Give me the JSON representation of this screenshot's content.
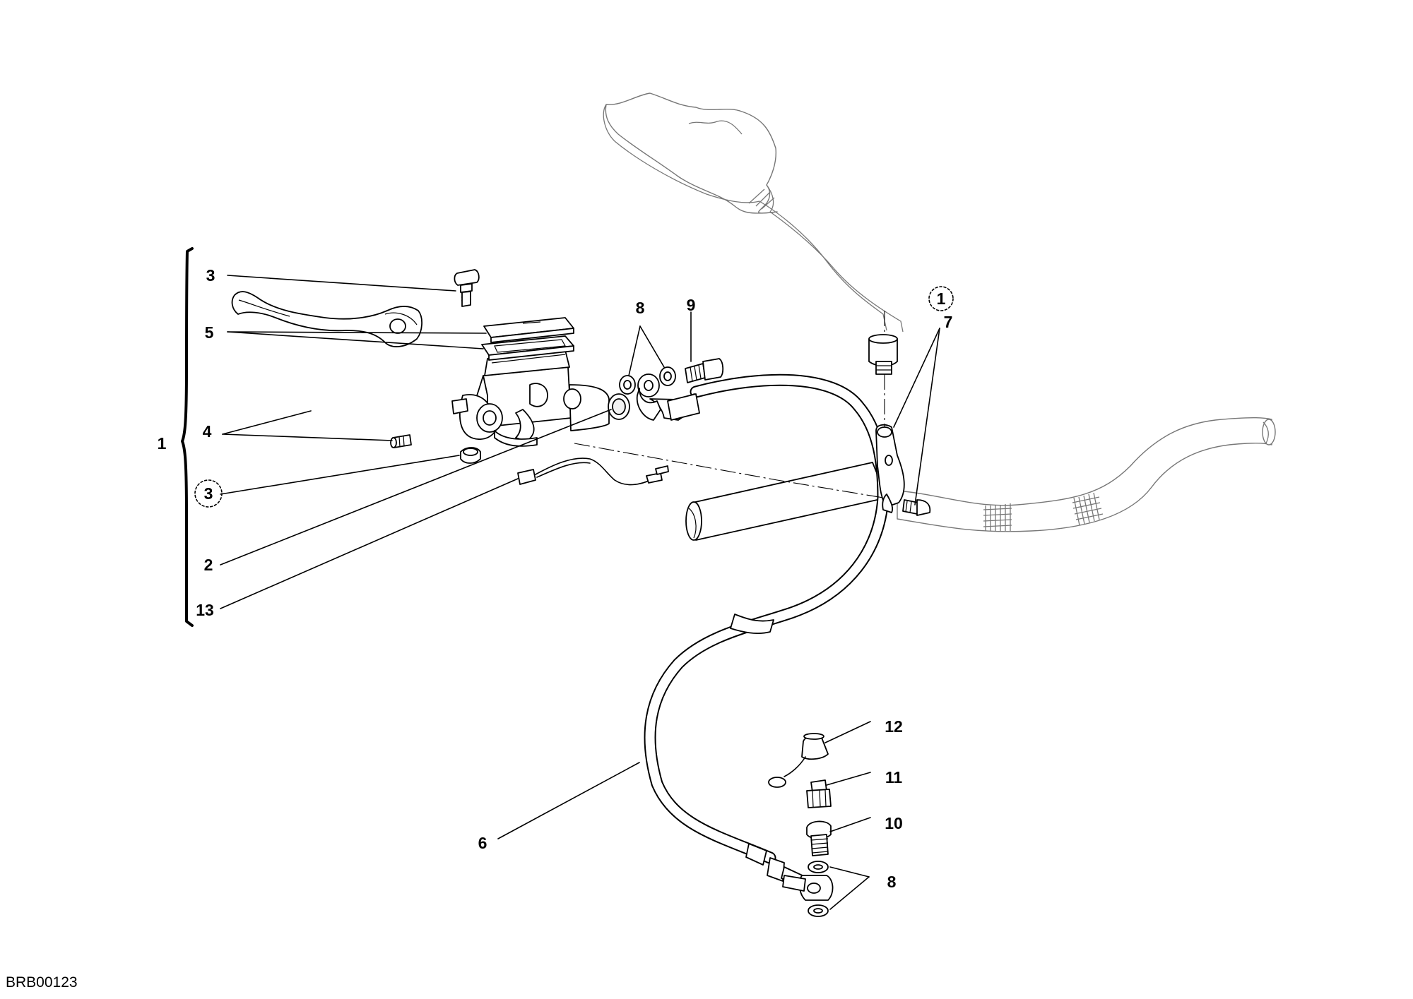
{
  "diagram": {
    "drawing_code": "BRB00123",
    "group_label": "1",
    "callouts": [
      {
        "id": "c3",
        "text": "3"
      },
      {
        "id": "c5",
        "text": "5"
      },
      {
        "id": "c4",
        "text": "4"
      },
      {
        "id": "c1",
        "text": "1"
      },
      {
        "id": "c3c",
        "text": "3",
        "circled": true
      },
      {
        "id": "c2",
        "text": "2"
      },
      {
        "id": "c13",
        "text": "13"
      },
      {
        "id": "c8a",
        "text": "8"
      },
      {
        "id": "c9",
        "text": "9"
      },
      {
        "id": "c1c",
        "text": "1",
        "circled": true
      },
      {
        "id": "c7",
        "text": "7"
      },
      {
        "id": "c12",
        "text": "12"
      },
      {
        "id": "c11",
        "text": "11"
      },
      {
        "id": "c10",
        "text": "10"
      },
      {
        "id": "c8b",
        "text": "8"
      },
      {
        "id": "c6",
        "text": "6"
      }
    ]
  }
}
